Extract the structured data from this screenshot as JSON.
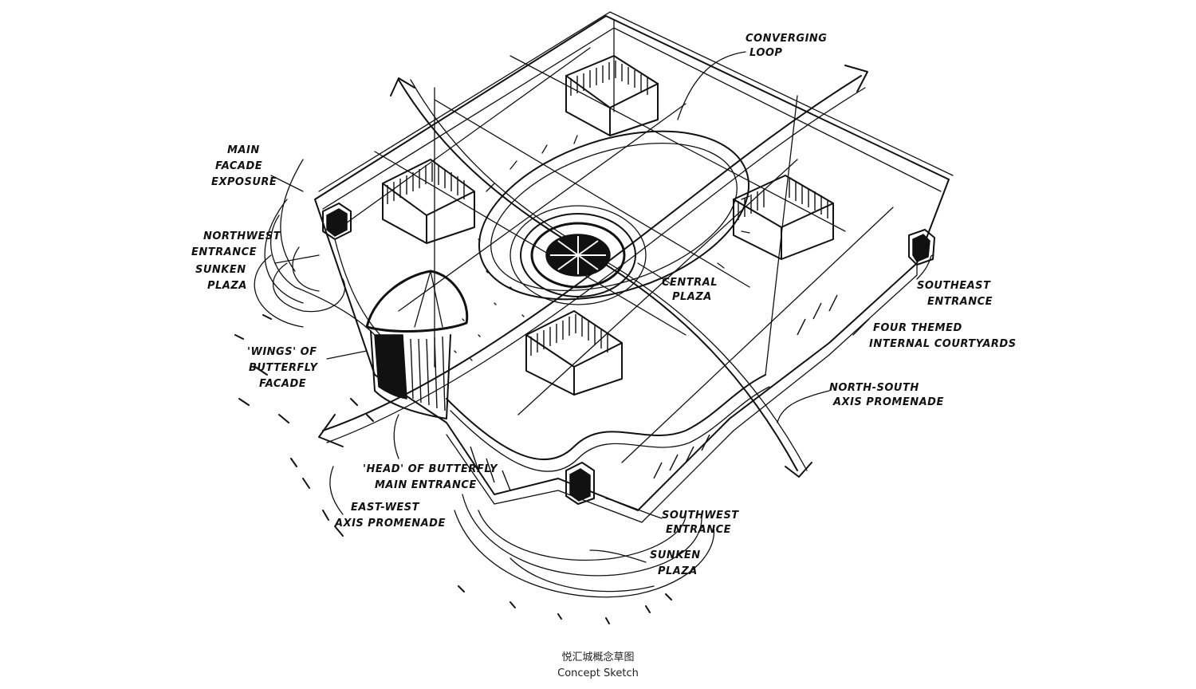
{
  "labels": {
    "converging_loop": [
      "CONVERGING",
      "LOOP"
    ],
    "main_facade_exposure": [
      "MAIN",
      "FACADE",
      "EXPOSURE"
    ],
    "northwest_entrance": [
      "NORTHWEST",
      "ENTRANCE",
      "SUNKEN",
      "PLAZA"
    ],
    "central_plaza": [
      "CENTRAL",
      "PLAZA"
    ],
    "southeast_entrance": [
      "SOUTHEAST",
      "ENTRANCE"
    ],
    "four_themed_courtyards": [
      "FOUR THEMED",
      "INTERNAL COURTYARDS"
    ],
    "wings_of_butterfly": [
      "'WINGS' OF",
      "BUTTERFLY",
      "FACADE"
    ],
    "north_south_axis": [
      "NORTH-SOUTH",
      "AXIS PROMENADE"
    ],
    "head_of_butterfly": [
      "'HEAD' OF BUTTERFLY",
      "MAIN ENTRANCE"
    ],
    "east_west_axis": [
      "EAST-WEST",
      "AXIS PROMENADE"
    ],
    "southwest_entrance": [
      "SOUTHWEST",
      "ENTRANCE"
    ],
    "sunken_plaza": [
      "SUNKEN",
      "PLAZA"
    ]
  },
  "caption": {
    "chinese": "悦汇城概念草图",
    "english": "Concept Sketch"
  },
  "colors": {
    "ink": "#111111",
    "paper": "#ffffff"
  }
}
